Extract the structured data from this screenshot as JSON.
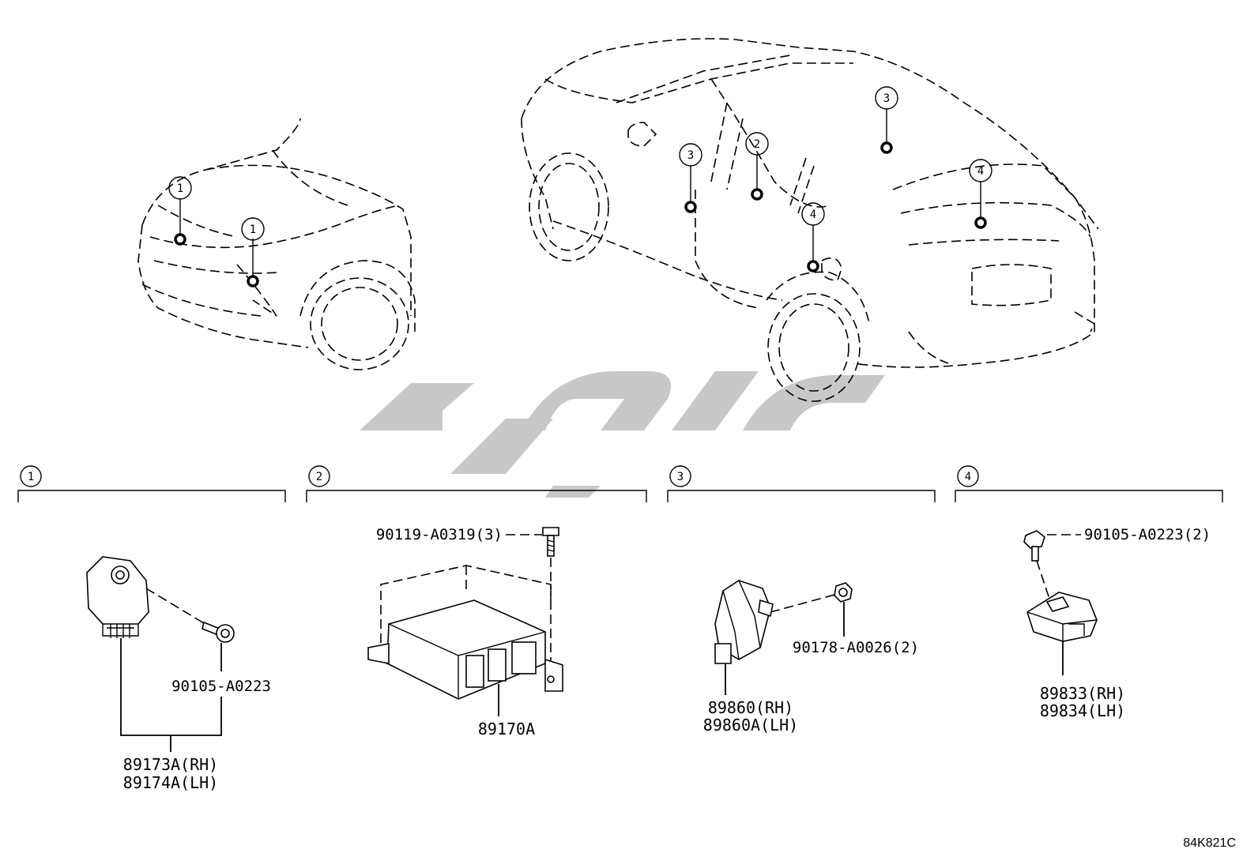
{
  "callouts": {
    "c1": "1",
    "c2": "2",
    "c3": "3",
    "c4": "4"
  },
  "groups": [
    {
      "id": "1",
      "labels": [
        "90105-A0223",
        "89173A(RH)",
        "89174A(LH)"
      ]
    },
    {
      "id": "2",
      "labels": [
        "90119-A0319(3)",
        "89170A"
      ]
    },
    {
      "id": "3",
      "labels": [
        "90178-A0026(2)",
        "89860(RH)",
        "89860A(LH)"
      ]
    },
    {
      "id": "4",
      "labels": [
        "90105-A0223(2)",
        "89833(RH)",
        "89834(LH)"
      ]
    }
  ],
  "illustration_code": "84K821C",
  "watermark": {
    "color": "#c8c8c8"
  }
}
